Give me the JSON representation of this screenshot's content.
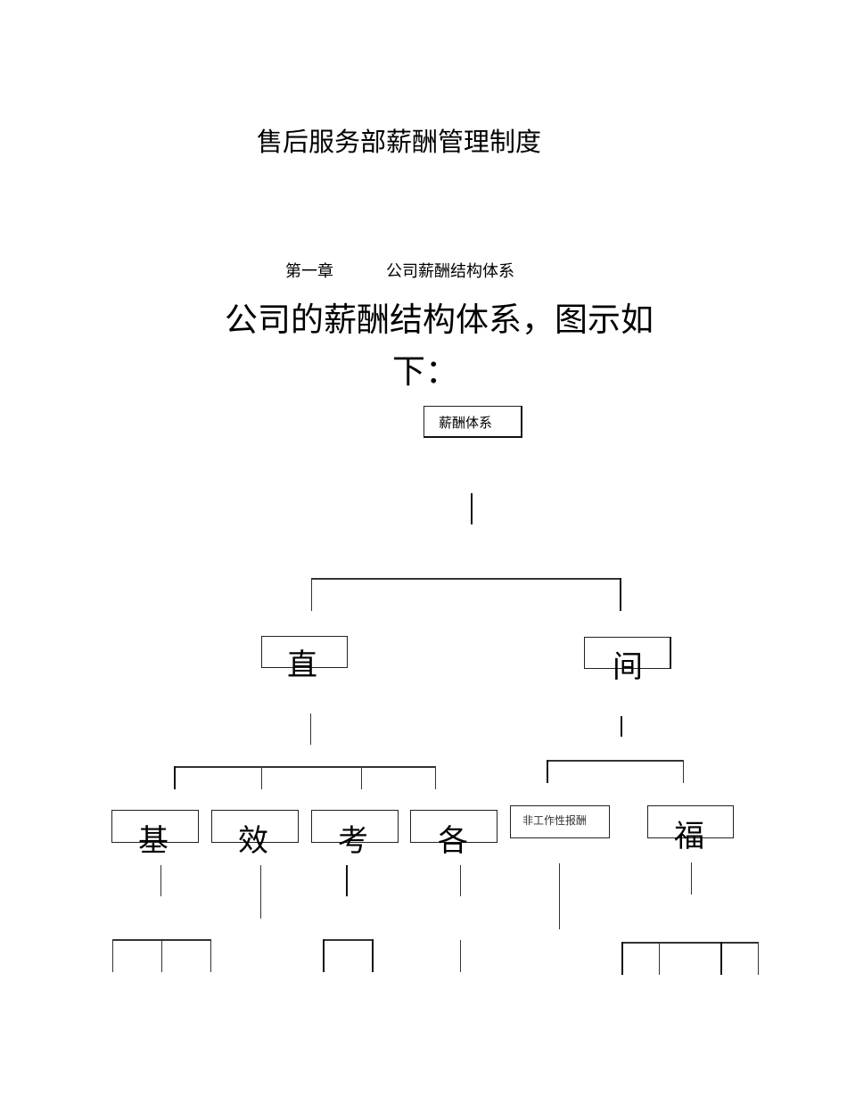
{
  "document": {
    "title": "售后服务部薪酬管理制度",
    "chapter_number": "第一章",
    "chapter_title": "公司薪酬结构体系",
    "intro_line1": "公司的薪酬结构体系，图示如",
    "intro_line2": "下："
  },
  "diagram": {
    "root": "薪酬体系",
    "level1": [
      "直",
      "间"
    ],
    "direct_children": [
      "基",
      "效",
      "考",
      "各"
    ],
    "indirect_children": [
      "非工作性报酬",
      "福"
    ]
  }
}
